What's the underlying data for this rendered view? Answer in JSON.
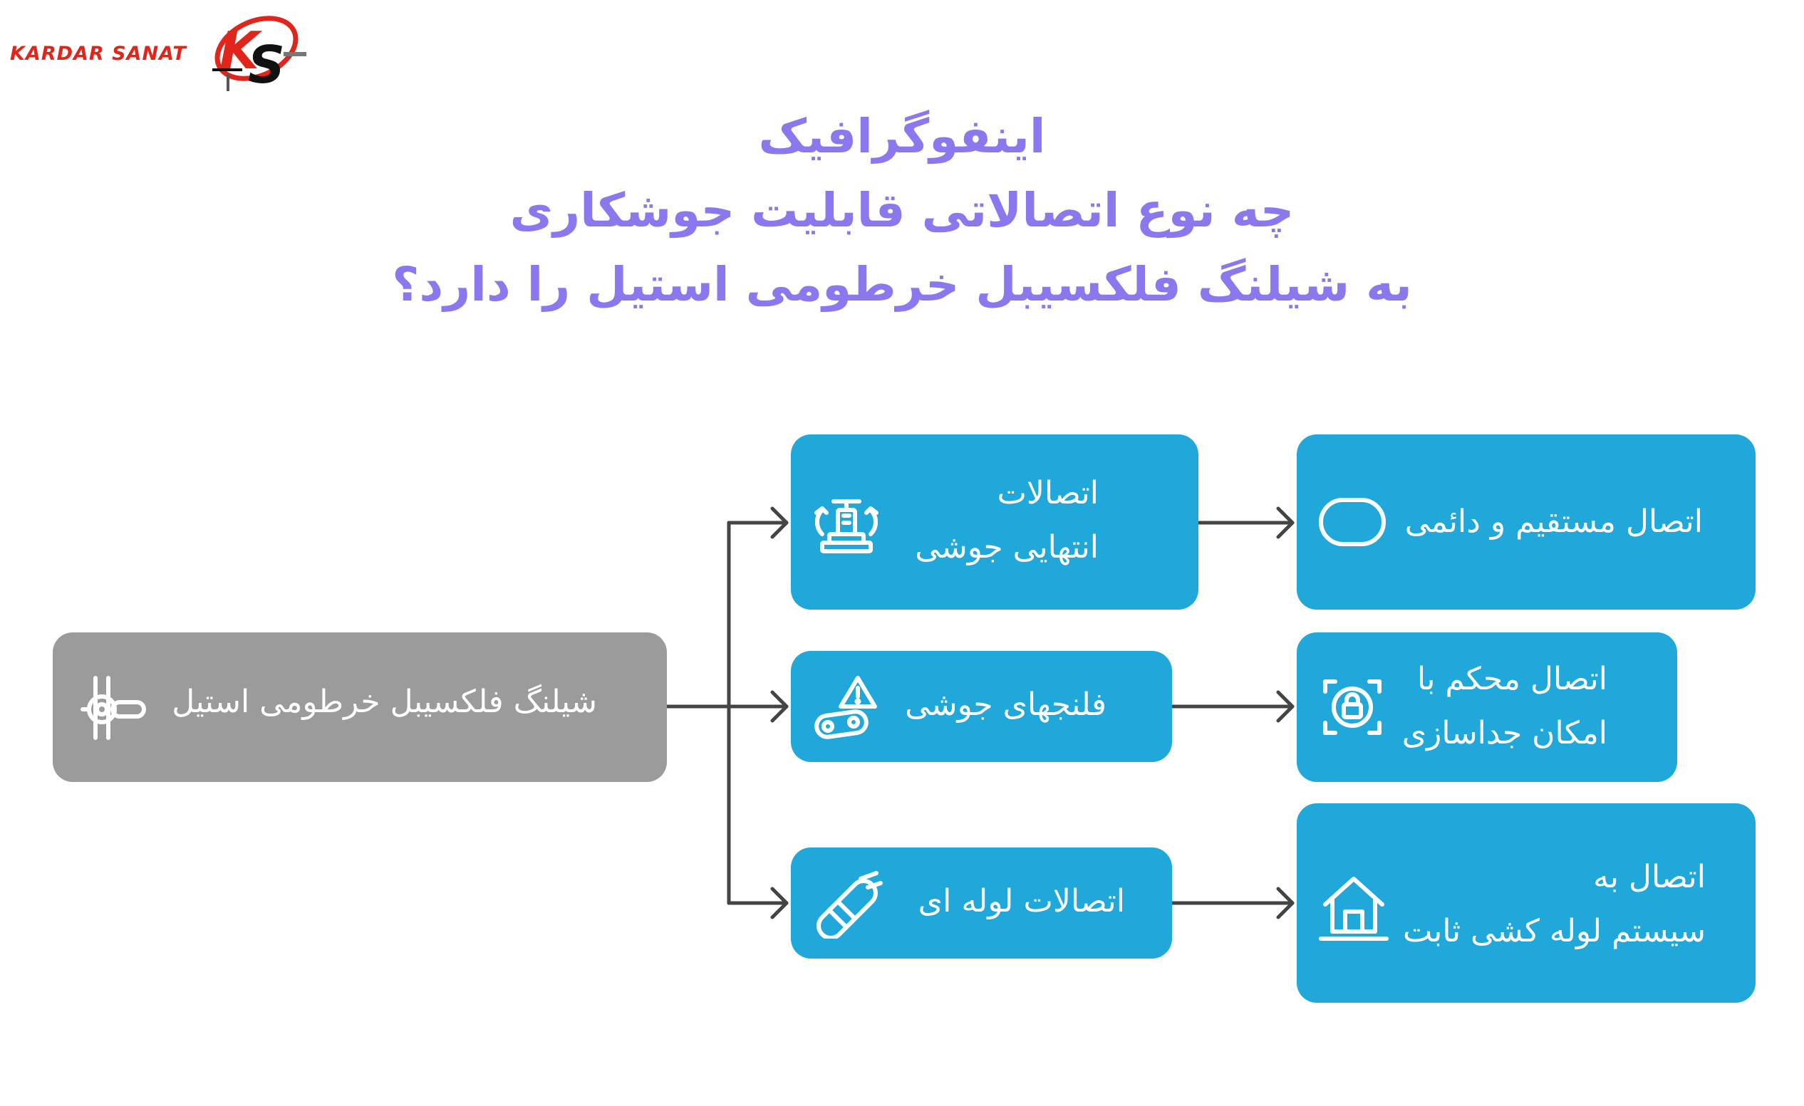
{
  "logo": {
    "brand_text": "KARDAR SANAT",
    "mark_letters": "KS"
  },
  "title": {
    "line1": "اینفوگرافیک",
    "line2": "چه نوع اتصالاتی قابلیت جوشکاری",
    "line3": "به شیلنگ فلکسیبل خرطومی استیل را دارد؟"
  },
  "colors": {
    "title": "#8b78ee",
    "root_box": "#9b9b9b",
    "node_box": "#20a8da",
    "connector": "#444444",
    "logo": "#e1251b"
  },
  "root": {
    "label": "شیلنگ فلکسیبل خرطومی استیل",
    "icon": "hose-connector-icon"
  },
  "fittings": [
    {
      "label": "اتصالات\nانتهایی جوشی",
      "icon": "weld-end-fitting-icon"
    },
    {
      "label": "فلنجهای جوشی",
      "icon": "welded-flange-warning-icon"
    },
    {
      "label": "اتصالات لوله ای",
      "icon": "pipe-fitting-icon"
    }
  ],
  "results": [
    {
      "label": "اتصال مستقیم و دائمی",
      "icon": "rounded-rectangle-icon"
    },
    {
      "label": "اتصال محکم با\nامکان جداسازی",
      "icon": "lock-arrows-icon"
    },
    {
      "label": "اتصال به\nسیستم لوله کشی ثابت",
      "icon": "house-icon"
    }
  ]
}
